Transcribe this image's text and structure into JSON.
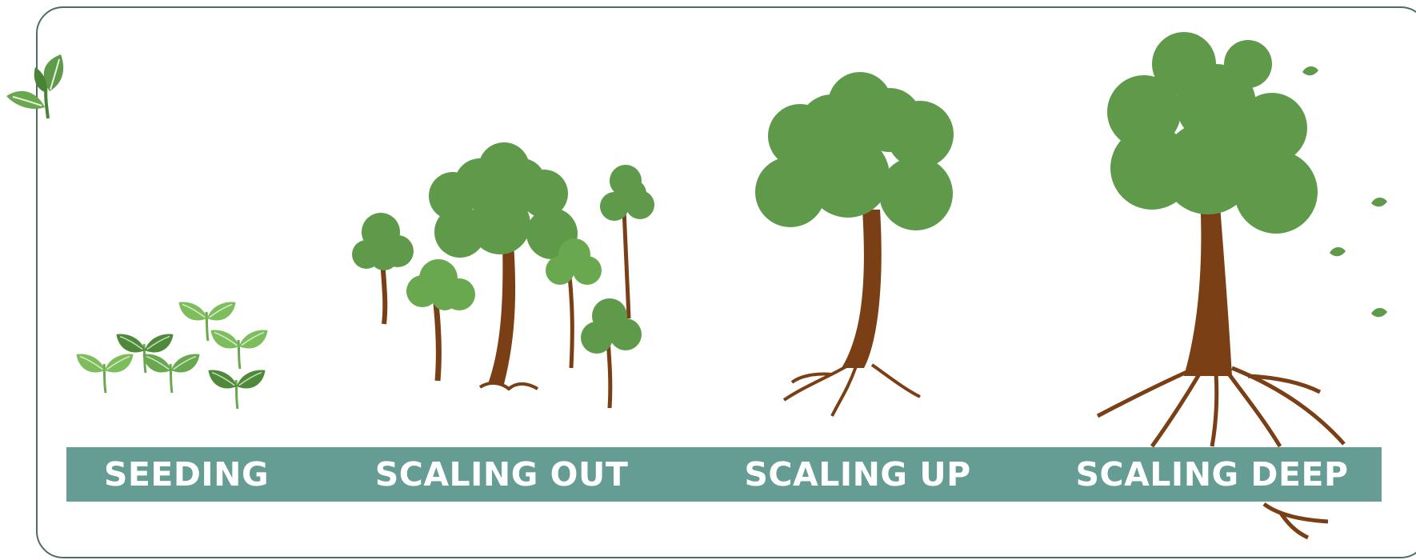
{
  "stages": [
    {
      "id": "seeding",
      "label": "SEEDING"
    },
    {
      "id": "scaling-out",
      "label": "SCALING OUT"
    },
    {
      "id": "scaling-up",
      "label": "SCALING UP"
    },
    {
      "id": "scaling-deep",
      "label": "SCALING DEEP"
    }
  ],
  "colors": {
    "frame": "#4f6d5f",
    "band": "#659c94",
    "label_text": "#ffffff",
    "foliage": "#5f9a4a",
    "foliage_light": "#78b05c",
    "foliage_dark": "#4a8238",
    "trunk": "#7a3f14",
    "leaf_light": "#7ebd5c",
    "leaf_dark": "#4f8a3a"
  },
  "icons": {
    "corner": "leaf-sprout-icon",
    "seeding": "seedlings-icon",
    "scaling_out": "grove-of-trees-icon",
    "scaling_up": "tall-tree-icon",
    "scaling_deep": "tree-with-deep-roots-icon"
  }
}
